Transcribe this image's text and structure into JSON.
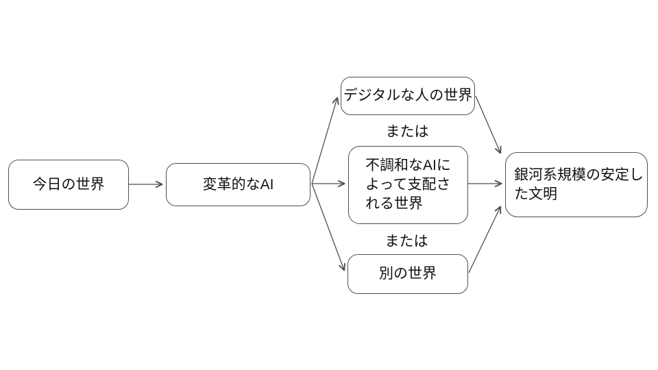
{
  "diagram": {
    "background_color": "#ffffff",
    "stroke_color": "#4d4d4d",
    "text_color": "#111111",
    "nodes": {
      "today": {
        "label": "今日の世界"
      },
      "transformative_ai": {
        "label": "変革的なAI"
      },
      "digital_people": {
        "label": "デジタルな人の世界"
      },
      "discordant_ai": {
        "label": "不調和なAIによって支配される世界",
        "lines": [
          "不調和なAIに",
          "よって支配さ",
          "れる世界"
        ]
      },
      "another_world": {
        "label": "別の世界"
      },
      "galaxy_civilization": {
        "label": "銀河系規模の安定した文明",
        "lines": [
          "銀河系規模の安定し",
          "た文明"
        ]
      }
    },
    "or_labels": [
      {
        "text": "または"
      },
      {
        "text": "または"
      }
    ],
    "edges": [
      {
        "from": "today",
        "to": "transformative_ai"
      },
      {
        "from": "transformative_ai",
        "to": "digital_people"
      },
      {
        "from": "transformative_ai",
        "to": "discordant_ai"
      },
      {
        "from": "transformative_ai",
        "to": "another_world"
      },
      {
        "from": "digital_people",
        "to": "galaxy_civilization"
      },
      {
        "from": "discordant_ai",
        "to": "galaxy_civilization"
      },
      {
        "from": "another_world",
        "to": "galaxy_civilization"
      }
    ]
  }
}
